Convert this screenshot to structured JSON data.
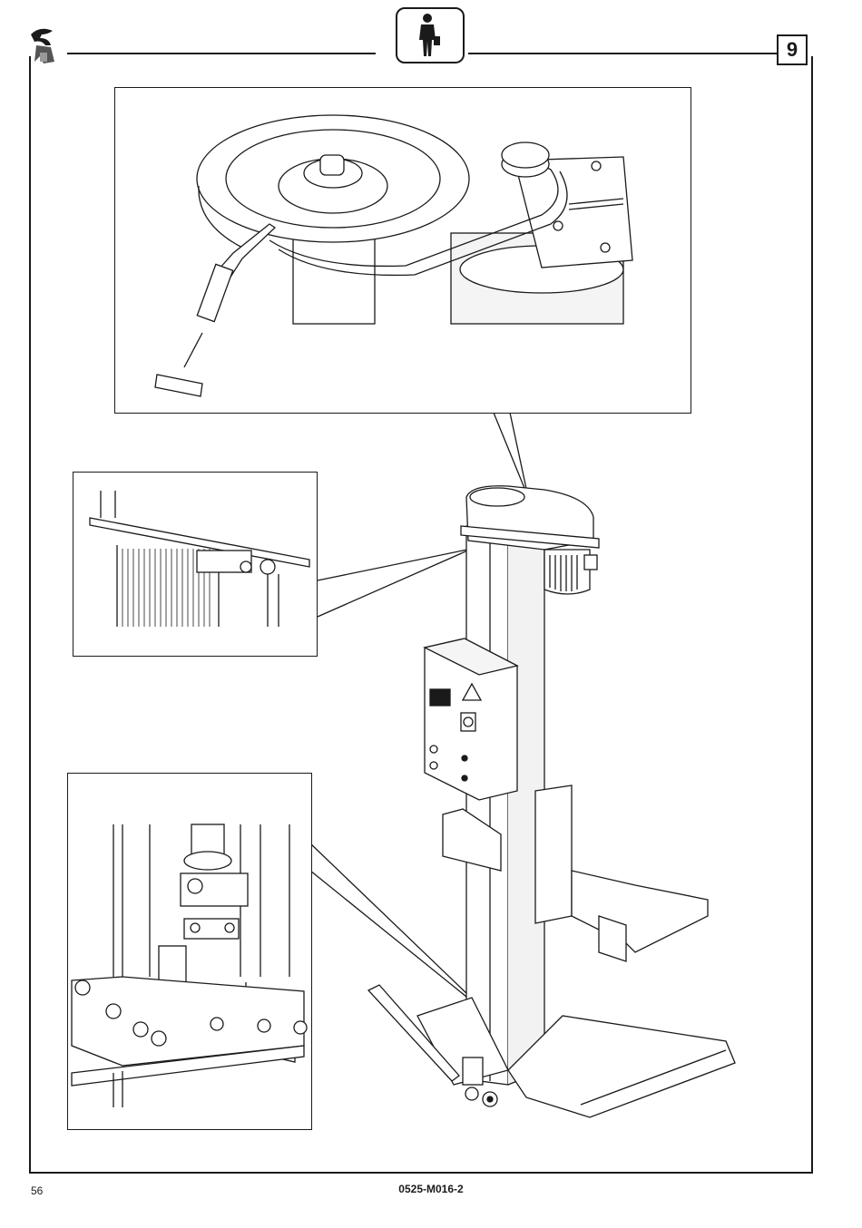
{
  "header": {
    "logo_icon": "brand-logo-icon",
    "operator_icon": "operator-person-icon",
    "section_number": "9"
  },
  "footer": {
    "page_number": "56",
    "document_code": "0525-M016-2"
  },
  "figures": {
    "top_detail": "pulley-belt-drive-detail",
    "left_detail": "motor-plate-detail",
    "bottom_detail": "column-base-detail",
    "main": "mobile-column-lift"
  },
  "colors": {
    "ink": "#1a1a1a",
    "paper": "#ffffff",
    "shade": "#e6e6e6"
  }
}
